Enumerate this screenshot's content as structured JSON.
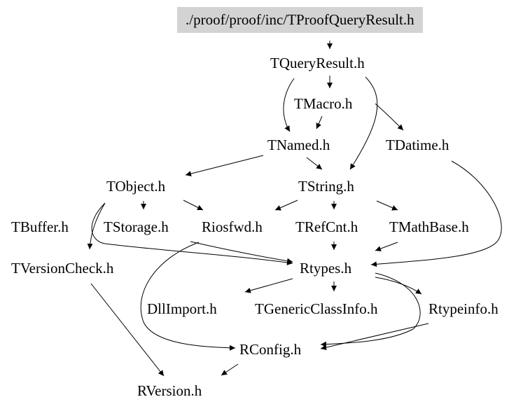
{
  "root_node": "./proof/proof/inc/TProofQueryResult.h",
  "nodes": {
    "tqueryresult": "TQueryResult.h",
    "tmacro": "TMacro.h",
    "tnamed": "TNamed.h",
    "tdatime": "TDatime.h",
    "tobject": "TObject.h",
    "tstring": "TString.h",
    "tbuffer": "TBuffer.h",
    "tstorage": "TStorage.h",
    "riosfwd": "Riosfwd.h",
    "trefcnt": "TRefCnt.h",
    "tmathbase": "TMathBase.h",
    "tversioncheck": "TVersionCheck.h",
    "rtypes": "Rtypes.h",
    "dllimport": "DllImport.h",
    "tgenericclassinfo": "TGenericClassInfo.h",
    "rtypeinfo": "Rtypeinfo.h",
    "rconfig": "RConfig.h",
    "rversion": "RVersion.h"
  },
  "colors": {
    "root_fill": "#d3d3d3",
    "edge": "#000000",
    "text": "#000000",
    "background": "#ffffff"
  }
}
